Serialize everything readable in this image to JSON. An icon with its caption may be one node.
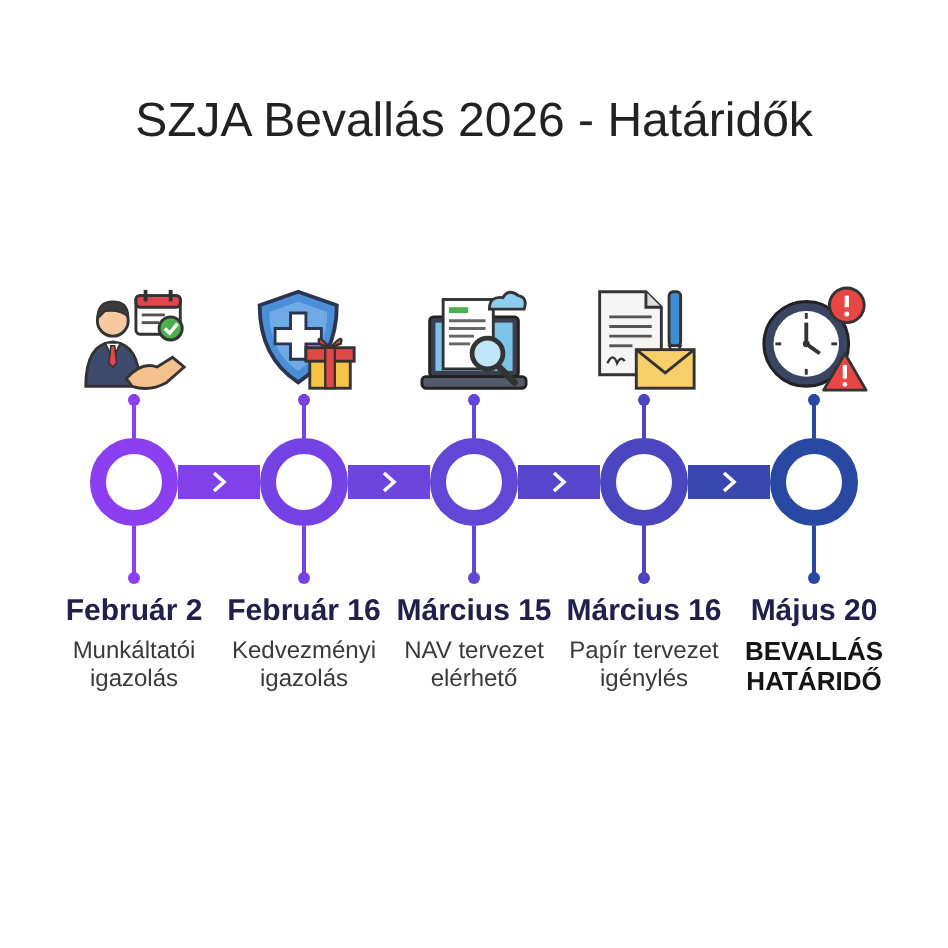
{
  "diagram": {
    "title": "SZJA Bevallás 2026 - Határidők",
    "nodes": [
      {
        "text": [],
        "shape": "picture"
      },
      {
        "text": [],
        "shape": "picture"
      },
      {
        "text": [],
        "shape": "picture"
      },
      {
        "text": [],
        "shape": "picture"
      },
      {
        "text": [],
        "shape": "picture"
      },
      {
        "text": [],
        "shape": "circle",
        "beside": [
          "Február 2",
          "Munkáltatói igazolás"
        ]
      },
      {
        "text": [],
        "shape": "circle",
        "beside": [
          "Február 16",
          "Kedvezményi igazolás"
        ]
      },
      {
        "text": [],
        "shape": "circle",
        "beside": [
          "Március 15",
          "NAV tervezet elérhető"
        ]
      },
      {
        "text": [],
        "shape": "circle",
        "beside": [
          "Március 16",
          "Papír tervezet igénylés"
        ]
      },
      {
        "text": [],
        "shape": "circle",
        "beside": [
          "Május 20",
          "BEVALLÁS HATÁRIDŐ"
        ]
      }
    ],
    "edges": [
      {
        "from": 5,
        "to": 6,
        "arrow": "to",
        "style": "thick",
        "color": "#8041ea"
      },
      {
        "from": 6,
        "to": 7,
        "arrow": "to",
        "style": "thick",
        "color": "#6b45dd"
      },
      {
        "from": 7,
        "to": 8,
        "arrow": "to",
        "style": "thick",
        "color": "#5746cb"
      },
      {
        "from": 8,
        "to": 9,
        "arrow": "to",
        "style": "thick",
        "color": "#3a47b1"
      },
      {
        "from": 5,
        "to": 0,
        "arrow": "other",
        "color": "#8b3ff0"
      },
      {
        "from": 6,
        "to": 1,
        "arrow": "other",
        "color": "#7543e4"
      },
      {
        "from": 7,
        "to": 2,
        "arrow": "other",
        "color": "#6246d6"
      },
      {
        "from": 8,
        "to": 3,
        "arrow": "other",
        "color": "#4b45c0"
      },
      {
        "from": 9,
        "to": 4,
        "arrow": "other",
        "color": "#2848a2"
      }
    ]
  }
}
